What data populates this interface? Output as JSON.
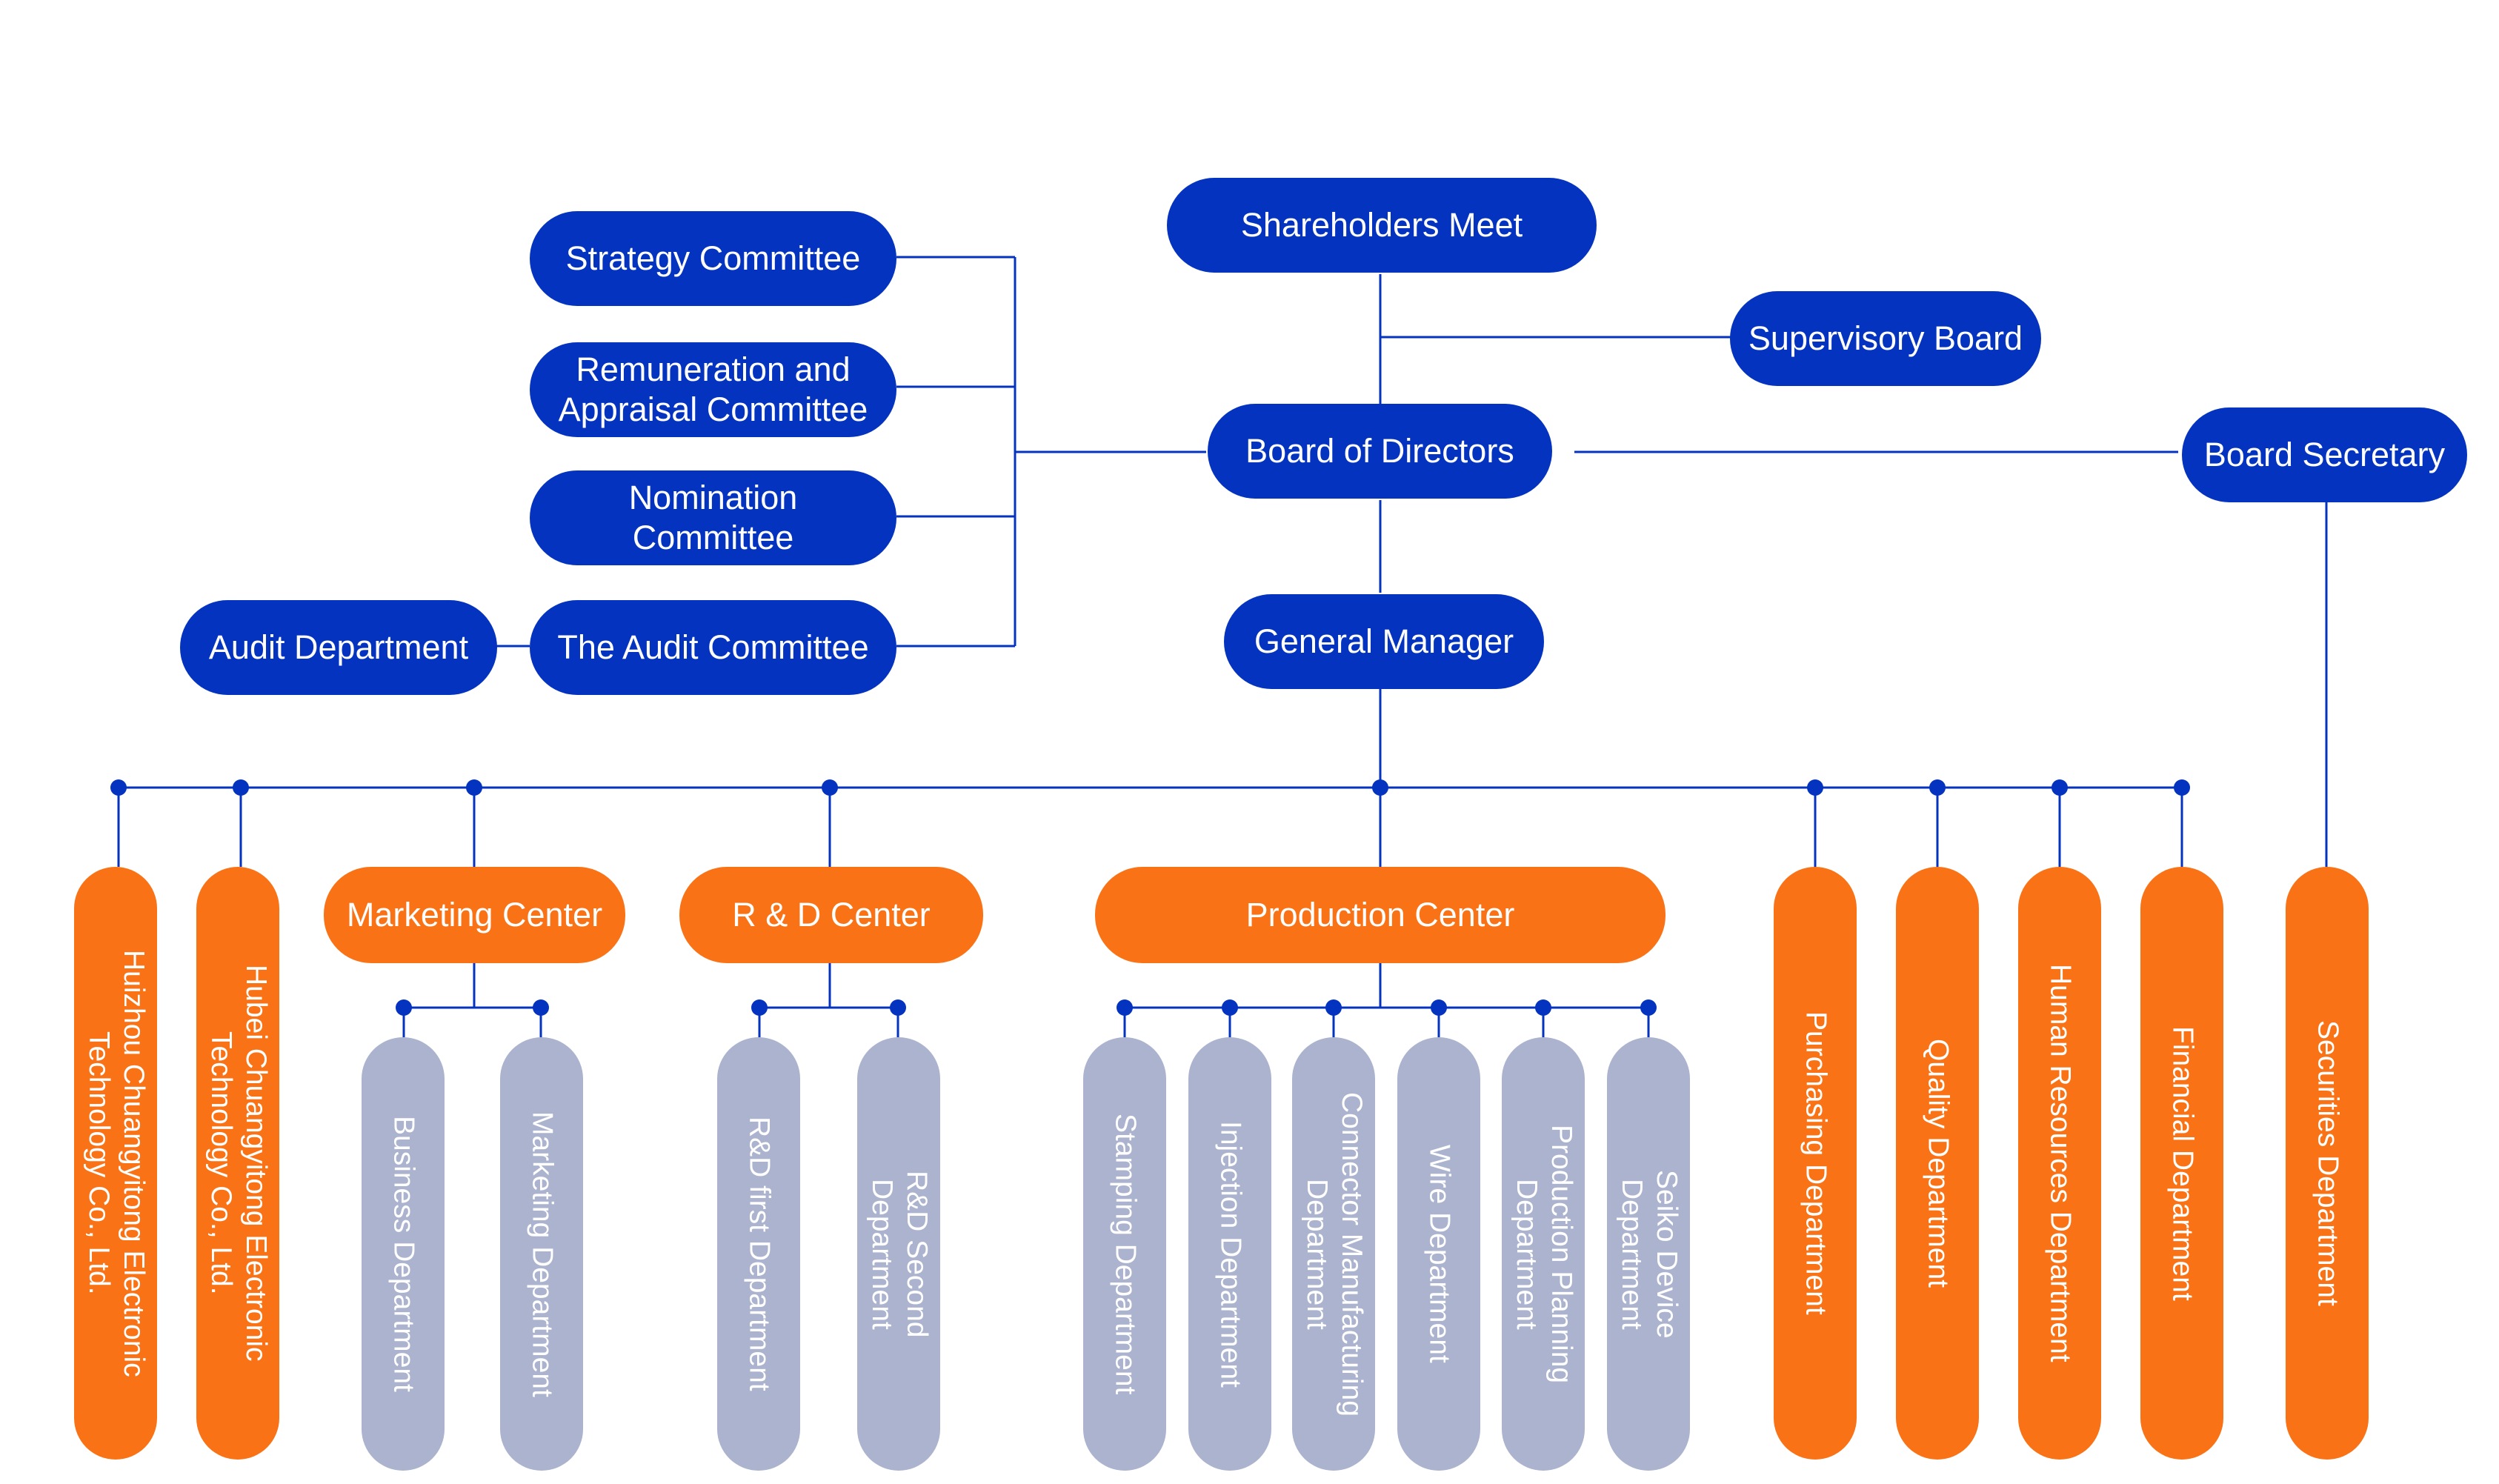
{
  "colors": {
    "governance": "#0433bf",
    "connector": "#0433bf",
    "main_department": "#f97316",
    "sub_department": "#abb3cf",
    "text": "#ffffff"
  },
  "governance": {
    "shareholders_meet": "Shareholders Meet",
    "supervisory_board": "Supervisory Board",
    "board_of_directors": "Board of Directors",
    "board_secretary": "Board Secretary",
    "general_manager": "General Manager",
    "strategy_committee": "Strategy Committee",
    "remuneration_committee": "Remuneration and\nAppraisal Committee",
    "nomination_committee": "Nomination\nCommittee",
    "audit_committee": "The Audit Committee",
    "audit_department": "Audit Department"
  },
  "subsidiaries": {
    "huizhou": "Huizhou Chuangyitong Electronic\nTechnology Co., Ltd.",
    "hubei": "Hubei Chuangyitong Electronic\nTechnology Co., Ltd."
  },
  "centers": {
    "marketing": "Marketing Center",
    "rnd": "R & D Center",
    "production": "Production Center"
  },
  "marketing_departments": {
    "business": "Business Department",
    "marketing": "Marketing Department"
  },
  "rnd_departments": {
    "first": "R&D first Department",
    "second": "R&D Second\nDepartment"
  },
  "production_departments": {
    "stamping": "Stamping Department",
    "injection": "Injection Department",
    "connector": "Connector Manufacturing\nDepartment",
    "wire": "Wire Department",
    "planning": "Production Planning\nDepartment",
    "seiko": "Seiko Device\nDepartment"
  },
  "departments": {
    "purchasing": "Purchasing Department",
    "quality": "Quality Department",
    "human_resources": "Human Resources Department",
    "financial": "Financial Department",
    "securities": "Securities Department"
  }
}
